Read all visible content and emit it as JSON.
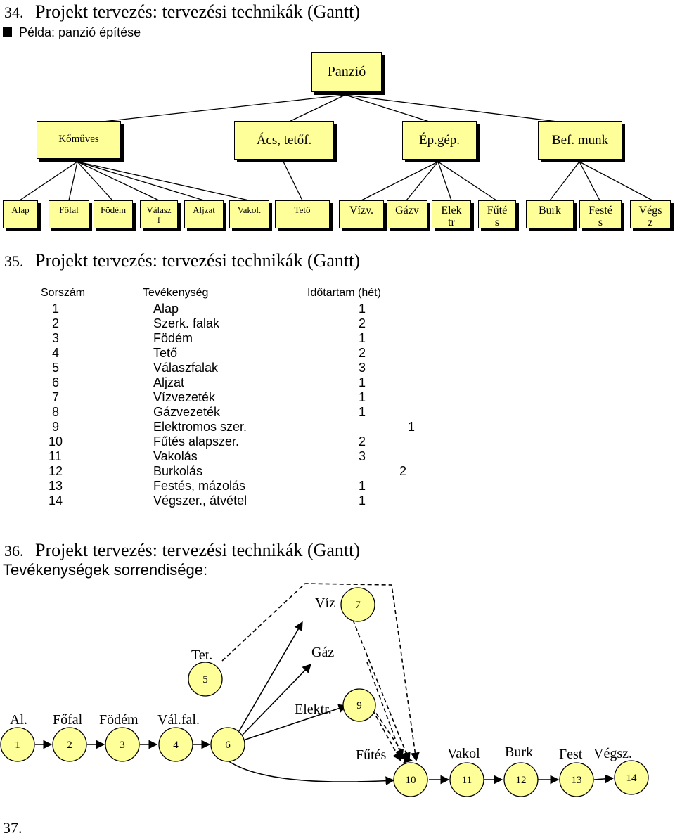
{
  "sections": [
    {
      "number": "34.",
      "title": "Projekt tervezés: tervezési technikák (Gantt)"
    },
    {
      "number": "35.",
      "title": "Projekt tervezés: tervezési technikák (Gantt)"
    },
    {
      "number": "36.",
      "title": "Projekt tervezés: tervezési technikák (Gantt)"
    },
    {
      "number": "37.",
      "title": ""
    }
  ],
  "bullet_text": "Példa: panzió építése",
  "tree": {
    "root": "Panzió",
    "groups": [
      "Kőműves",
      "Ács, tetőf.",
      "Ép.gép.",
      "Bef. munk"
    ],
    "leaves": [
      "Alap",
      "Főfal",
      "Födém",
      "Válasz f",
      "Aljzat",
      "Vakol.",
      "Tető",
      "Vízv.",
      "Gázv",
      "Elek tr",
      "Fűté s",
      "Burk",
      "Festé s",
      "Végs z"
    ]
  },
  "table": {
    "headers": [
      "Sorszám",
      "Tevékenység",
      "Időtartam (hét)"
    ],
    "rows": [
      [
        "1",
        "Alap",
        "1"
      ],
      [
        "2",
        "Szerk. falak",
        "2"
      ],
      [
        "3",
        "Födém",
        "1"
      ],
      [
        "4",
        "Tető",
        "2"
      ],
      [
        "5",
        "Válaszfalak",
        "3"
      ],
      [
        "6",
        "Aljzat",
        "1"
      ],
      [
        "7",
        "Vízvezeték",
        "1"
      ],
      [
        "8",
        "Gázvezeték",
        "1"
      ],
      [
        "9",
        "Elektromos szer.",
        "1"
      ],
      [
        "10",
        "Fűtés alapszer.",
        "2"
      ],
      [
        "11",
        "Vakolás",
        "3"
      ],
      [
        "12",
        "Burkolás",
        "2"
      ],
      [
        "13",
        "Festés, mázolás",
        "1"
      ],
      [
        "14",
        "Végszer., átvétel",
        "1"
      ]
    ]
  },
  "sequence": {
    "subtitle": "Tevékenységek sorrendisége:",
    "nodes": [
      "1",
      "2",
      "3",
      "4",
      "5",
      "6",
      "7",
      "9",
      "10",
      "11",
      "12",
      "13",
      "14"
    ],
    "labels": [
      "Al.",
      "Főfal",
      "Födém",
      "Vál.fal.",
      "Tet.",
      "Víz",
      "Gáz",
      "Elektr.",
      "Fűtés",
      "Vakol",
      "Burk",
      "Fest",
      "Végsz."
    ]
  }
}
